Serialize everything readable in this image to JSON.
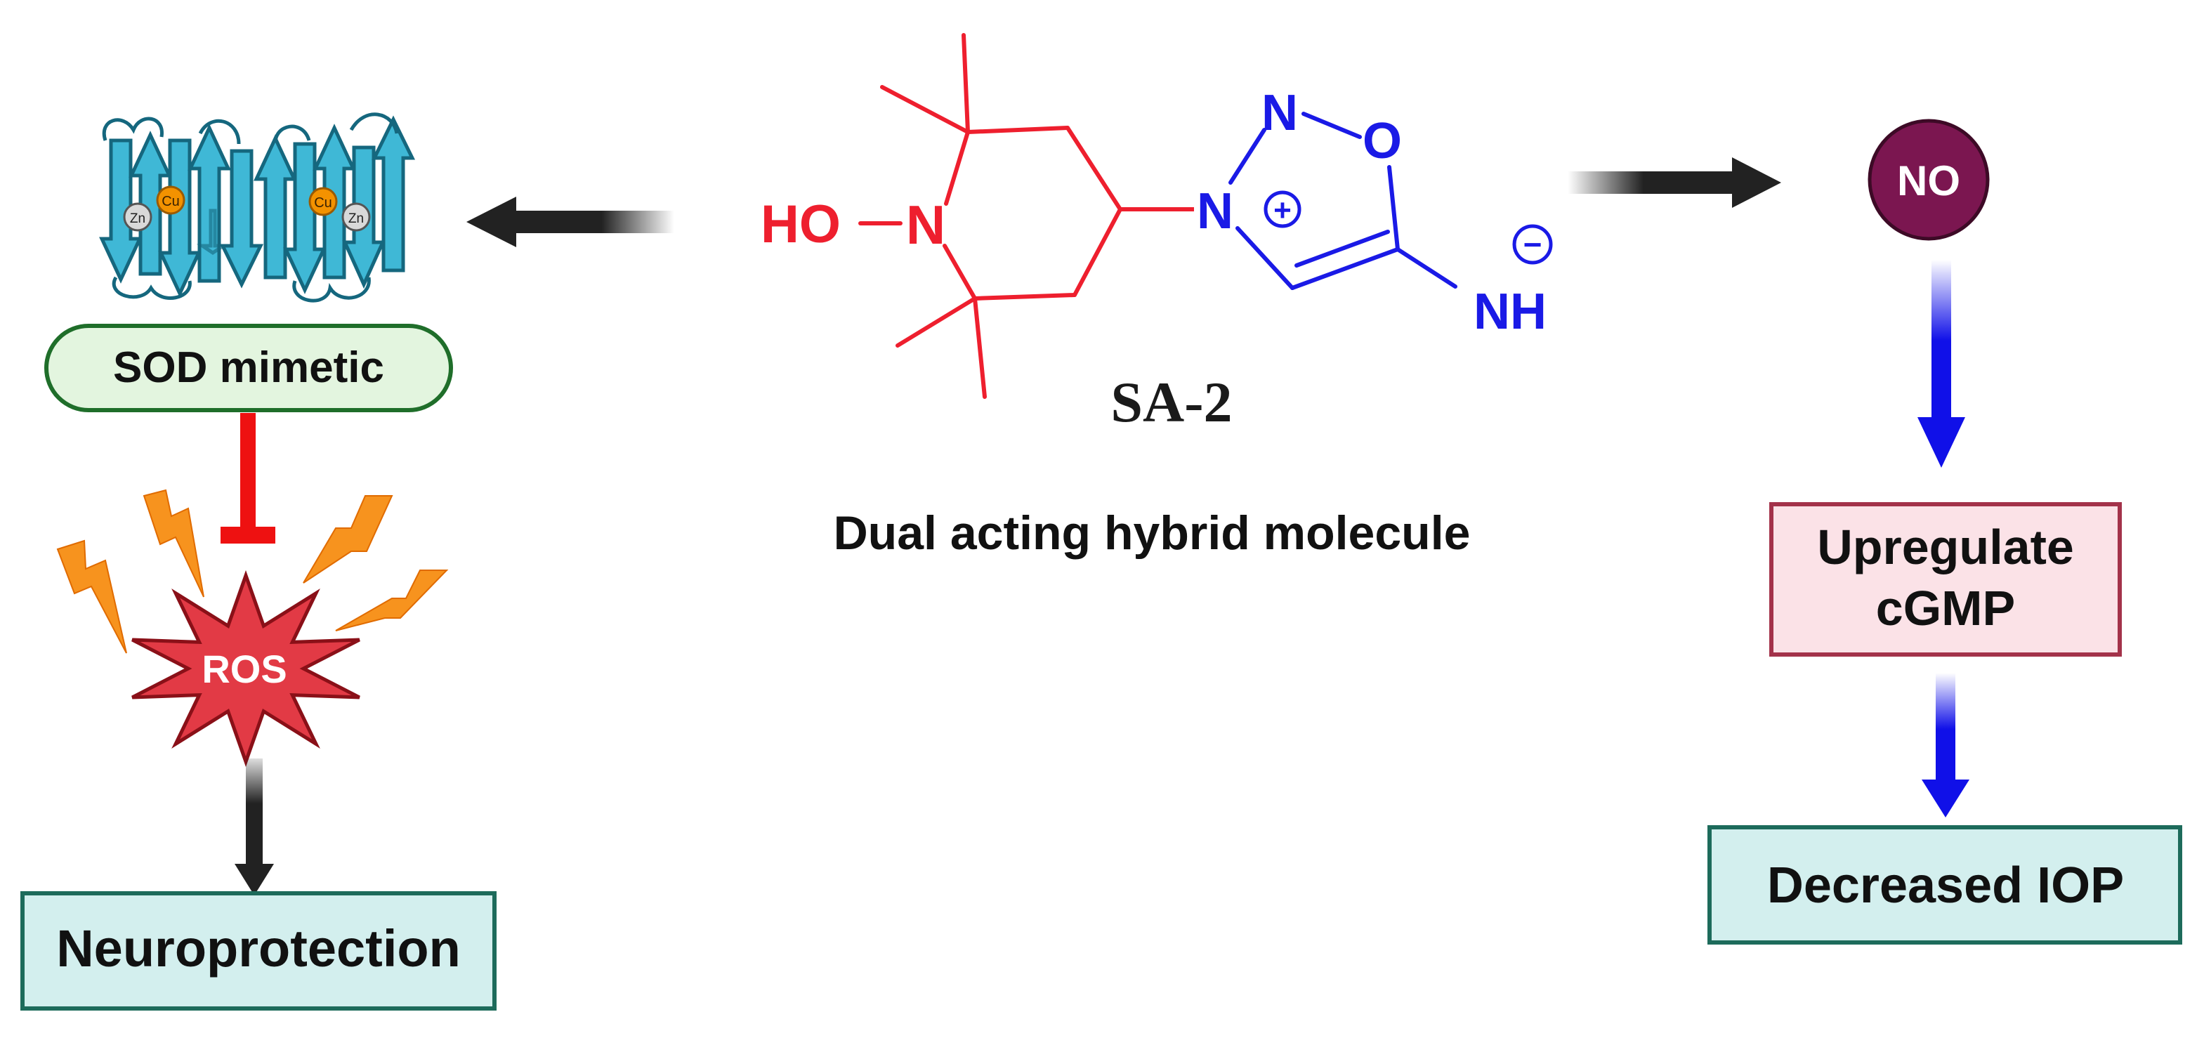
{
  "colors": {
    "molecule_red": "#ee1f2e",
    "molecule_blue": "#1a1ae6",
    "arrow_dark": "#222222",
    "arrow_blue": "#1010e8",
    "inhibit_red": "#ee1111",
    "ros_fill": "#e23a45",
    "ros_stroke": "#8a1018",
    "lightning": "#f7931e",
    "no_fill": "#7b1650",
    "sod_fill": "#e3f5df",
    "sod_stroke": "#1f6e2a",
    "teal_fill": "#d3efee",
    "teal_stroke": "#1d6b5b",
    "cgmp_fill": "#fbe2e7",
    "cgmp_stroke": "#a3324a",
    "protein": "#3fb8d6",
    "protein_dark": "#15677e"
  },
  "molecule": {
    "name": "SA-2",
    "caption": "Dual acting hybrid molecule",
    "atoms": {
      "ho": "HO",
      "n_piperidine": "N",
      "n3": "N",
      "n2": "N",
      "o": "O",
      "nh": "NH",
      "plus": "+",
      "minus": "−"
    }
  },
  "enzyme": {
    "metal_cu": "Cu",
    "metal_zn": "Zn"
  },
  "labels": {
    "sod_mimetic": "SOD mimetic",
    "ros": "ROS",
    "neuroprotection": "Neuroprotection",
    "no": "NO",
    "upregulate_line1": "Upregulate",
    "upregulate_line2": "cGMP",
    "decreased_iop": "Decreased IOP"
  }
}
